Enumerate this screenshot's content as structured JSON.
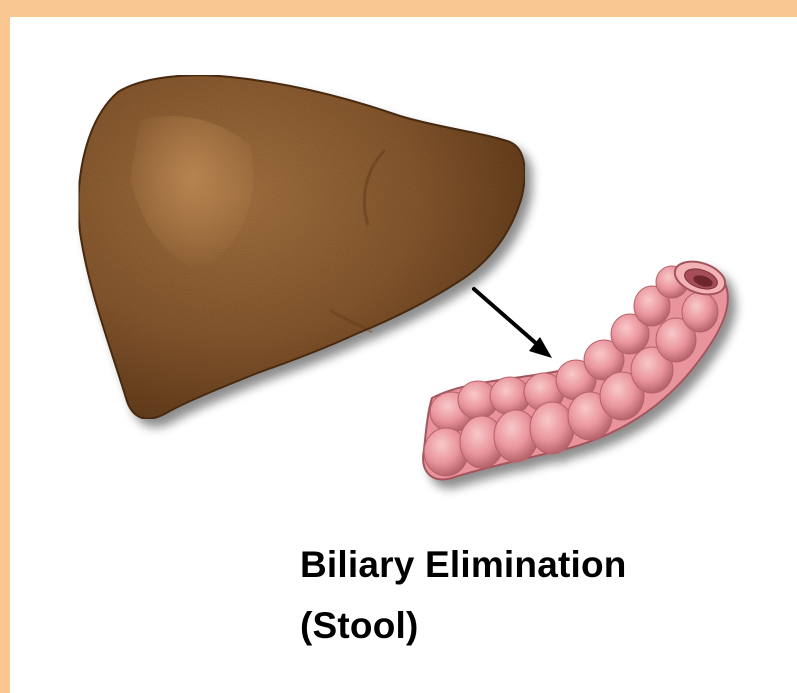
{
  "caption": {
    "line1": "Biliary Elimination",
    "line2": "(Stool)"
  },
  "colors": {
    "page_border": "#f9c792",
    "background": "#ffffff",
    "liver": "#8a5a2f",
    "liver_highlight": "#b5834f",
    "liver_shadow": "#4f2f14",
    "intestine": "#e9949c",
    "intestine_highlight": "#f7c5c6",
    "intestine_shadow": "#a3545d",
    "arrow": "#000000",
    "text": "#000000"
  },
  "icons": {
    "liver": "liver-illustration",
    "intestine": "colon-illustration",
    "arrow": "arrow-down-right"
  }
}
